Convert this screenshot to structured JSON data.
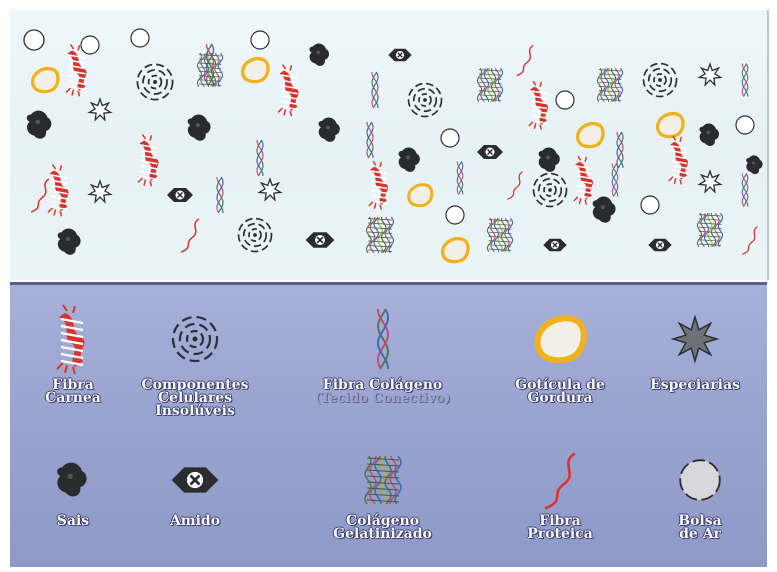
{
  "legend": {
    "items": [
      {
        "key": "fibra-carnea",
        "label": "Fibra\nCarnea",
        "icon": "meat-fiber-icon"
      },
      {
        "key": "componentes",
        "label": "Componentes\nCelulares\nInsolúveis",
        "icon": "insoluble-cell-components-icon"
      },
      {
        "key": "colageno",
        "label": "Fibra Colágeno",
        "sublabel": "(Tecido Conectivo)",
        "icon": "collagen-fiber-icon"
      },
      {
        "key": "gordura",
        "label": "Gotícula de\nGordura",
        "icon": "fat-droplet-icon"
      },
      {
        "key": "especiarias",
        "label": "Especiarias",
        "icon": "spice-icon"
      },
      {
        "key": "sais",
        "label": "Sais",
        "icon": "salt-icon"
      },
      {
        "key": "amido",
        "label": "Amido",
        "icon": "starch-icon"
      },
      {
        "key": "gelatinizado",
        "label": "Colágeno\nGelatinizado",
        "icon": "gelatinized-collagen-icon"
      },
      {
        "key": "proteica",
        "label": "Fibra\nProteica",
        "icon": "protein-fiber-icon"
      },
      {
        "key": "bolsa-ar",
        "label": "Bolsa\nde Ar",
        "icon": "air-pocket-icon"
      }
    ]
  },
  "colors": {
    "meat_red": "#d9342b",
    "fat_yellow": "#f0b21c",
    "salt_dark": "#2a2b2e",
    "protein_red": "#d8362d",
    "collagen_green": "#4f7b4c",
    "collagen_pink": "#c94a78",
    "collagen_blue": "#3d6db5",
    "spice_gray": "#6e7178",
    "legend_bg": "#9aa4d0"
  }
}
